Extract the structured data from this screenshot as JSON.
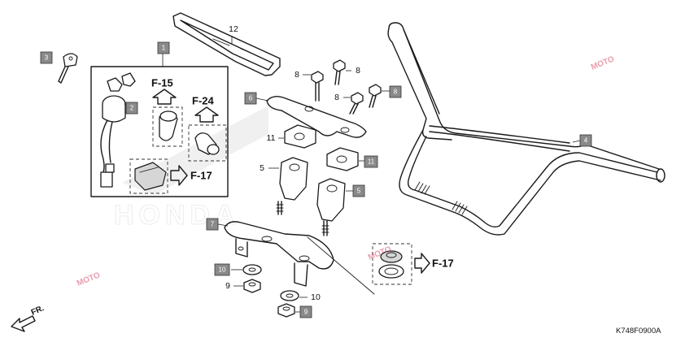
{
  "callouts": {
    "c1": "1",
    "c2": "2",
    "c3": "3",
    "c4": "4",
    "c5a": "5",
    "c5b": "5",
    "c6": "6",
    "c7": "7",
    "c8a": "8",
    "c8b": "8",
    "c8c": "8",
    "c8d": "8",
    "c9a": "9",
    "c9b": "9",
    "c10a": "10",
    "c10b": "10",
    "c11a": "11",
    "c11b": "11",
    "c12": "12"
  },
  "references": {
    "f15": "F-15",
    "f24": "F-24",
    "f17a": "F-17",
    "f17b": "F-17"
  },
  "direction_label": "FR.",
  "diagram_code": "K748F0900A",
  "watermark_text": "MOTO",
  "watermark_brand": "HONDA",
  "colors": {
    "callout_box": "#8a8a8a",
    "lines": "#1a1a1a",
    "watermark": "#d84a6a"
  }
}
